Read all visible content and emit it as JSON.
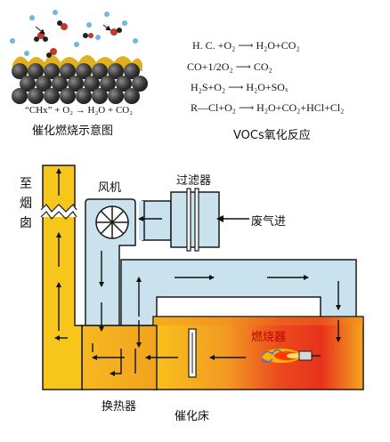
{
  "top_left": {
    "caption": "催化燃烧示意图",
    "equation": "“CHx” + O₂  →  H₂O + CO₂"
  },
  "top_right": {
    "caption": "VOCs氧化反应",
    "reactions": [
      "H. C. +O₂ ⟶ H₂O+CO₂",
      "CO+1/2O₂ ⟶ CO₂",
      "H₂S+O₂ ⟶ H₂O+SOₓ",
      "R—Cl+O₂ ⟶ H₂O+CO₂+HCl+Cl₂"
    ]
  },
  "labels": {
    "chimney_chars": [
      "至",
      "烟",
      "囱"
    ],
    "fan": "风机",
    "filter": "过滤器",
    "waste_gas_in": "废气进",
    "burner": "燃烧器",
    "heat_exchanger": "换热器",
    "catalyst_bed": "催化床"
  },
  "colors": {
    "pipe_yellow": "#f7c61a",
    "pipe_blue": "#c9e2ee",
    "outline": "#1a1a1a",
    "hot_red": "#e8321c",
    "hot_orange": "#f59a1e",
    "flame": "#ff7a00",
    "catalyst_gray": "#3a3a3a",
    "catalyst_gold": "#e0b020",
    "burner_label": "#c00000"
  }
}
